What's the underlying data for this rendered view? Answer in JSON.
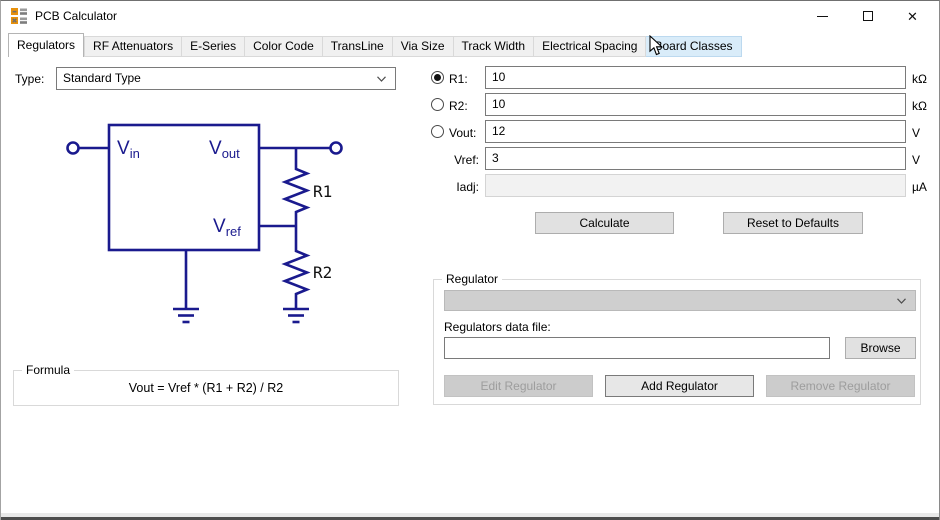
{
  "window": {
    "title": "PCB Calculator"
  },
  "tabs": {
    "items": [
      {
        "label": "Regulators",
        "state": "active"
      },
      {
        "label": "RF Attenuators",
        "state": "normal"
      },
      {
        "label": "E-Series",
        "state": "normal"
      },
      {
        "label": "Color Code",
        "state": "normal"
      },
      {
        "label": "TransLine",
        "state": "normal"
      },
      {
        "label": "Via Size",
        "state": "normal"
      },
      {
        "label": "Track Width",
        "state": "normal"
      },
      {
        "label": "Electrical Spacing",
        "state": "normal"
      },
      {
        "label": "Board Classes",
        "state": "hover"
      }
    ]
  },
  "regulators": {
    "type_label": "Type:",
    "type_value": "Standard Type",
    "diagram": {
      "vin": "V",
      "vin_sub": "in",
      "vout": "V",
      "vout_sub": "out",
      "vref": "V",
      "vref_sub": "ref",
      "r1": "R1",
      "r2": "R2",
      "line_color": "#1a1a8e"
    },
    "params": {
      "r1": {
        "label": "R1:",
        "value": "10",
        "unit": "kΩ",
        "radio": true,
        "selected": true
      },
      "r2": {
        "label": "R2:",
        "value": "10",
        "unit": "kΩ",
        "radio": true,
        "selected": false
      },
      "vout": {
        "label": "Vout:",
        "value": "12",
        "unit": "V",
        "radio": true,
        "selected": false
      },
      "vref": {
        "label": "Vref:",
        "value": "3",
        "unit": "V",
        "radio": false,
        "selected": false
      },
      "iadj": {
        "label": "Iadj:",
        "value": "",
        "unit": "µA",
        "radio": false,
        "disabled": true
      }
    },
    "calculate_label": "Calculate",
    "reset_label": "Reset to Defaults",
    "formula": {
      "group_label": "Formula",
      "text": "Vout = Vref * (R1 + R2) / R2"
    },
    "regulator_group": {
      "label": "Regulator",
      "selected_regulator": "",
      "data_file_label": "Regulators data file:",
      "data_file_value": "",
      "browse_label": "Browse",
      "edit_label": "Edit Regulator",
      "add_label": "Add Regulator",
      "remove_label": "Remove Regulator"
    }
  }
}
